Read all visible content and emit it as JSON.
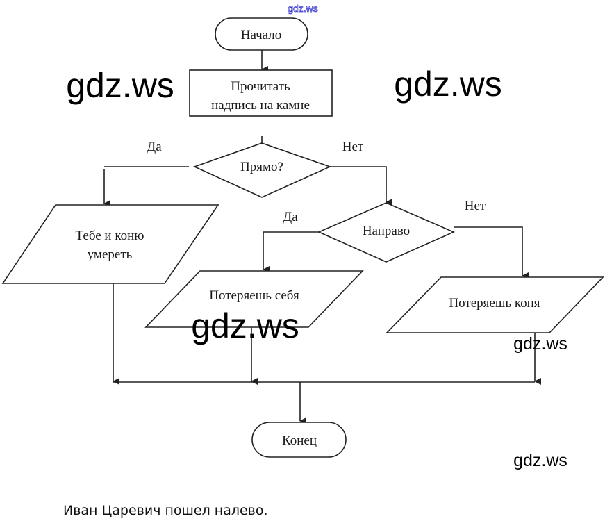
{
  "flowchart": {
    "start": "Начало",
    "read": [
      "Прочитать",
      "надпись на камне"
    ],
    "decision1": "Прямо?",
    "decision1_yes": "Да",
    "decision1_no": "Нет",
    "output_straight": [
      "Тебе и коню",
      "умереть"
    ],
    "decision2": "Направо",
    "decision2_yes": "Да",
    "decision2_no": "Нет",
    "output_right": "Потеряешь себя",
    "output_left": "Потеряешь коня",
    "end": "Конец"
  },
  "watermarks": {
    "top_small": "gdz.ws",
    "top_left": "gdz.ws",
    "top_right": "gdz.ws",
    "center": "gdz.ws",
    "right_mid": "gdz.ws",
    "right_bottom": "gdz.ws"
  },
  "answer": "Иван Царевич пошел налево."
}
